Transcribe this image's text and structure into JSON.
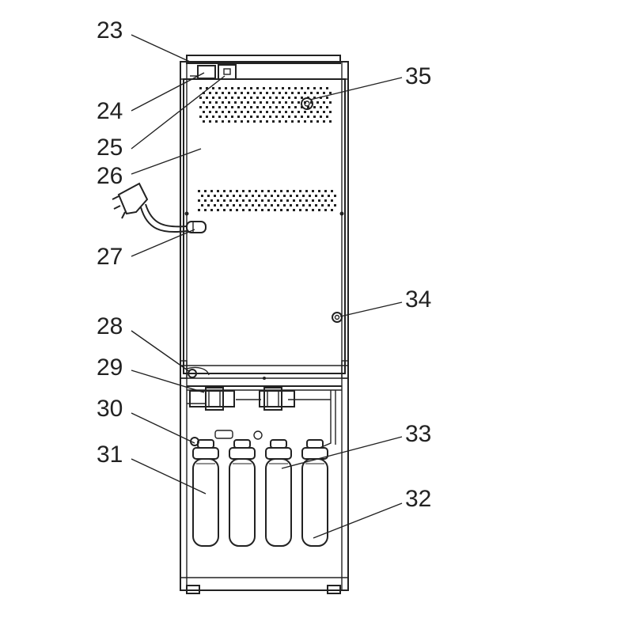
{
  "callouts": [
    {
      "id": "23",
      "label": "23"
    },
    {
      "id": "24",
      "label": "24"
    },
    {
      "id": "25",
      "label": "25"
    },
    {
      "id": "26",
      "label": "26"
    },
    {
      "id": "27",
      "label": "27"
    },
    {
      "id": "28",
      "label": "28"
    },
    {
      "id": "29",
      "label": "29"
    },
    {
      "id": "30",
      "label": "30"
    },
    {
      "id": "31",
      "label": "31"
    },
    {
      "id": "32",
      "label": "32"
    },
    {
      "id": "33",
      "label": "33"
    },
    {
      "id": "34",
      "label": "34"
    },
    {
      "id": "35",
      "label": "35"
    }
  ],
  "colors": {
    "line": "#222222",
    "background": "#ffffff"
  }
}
